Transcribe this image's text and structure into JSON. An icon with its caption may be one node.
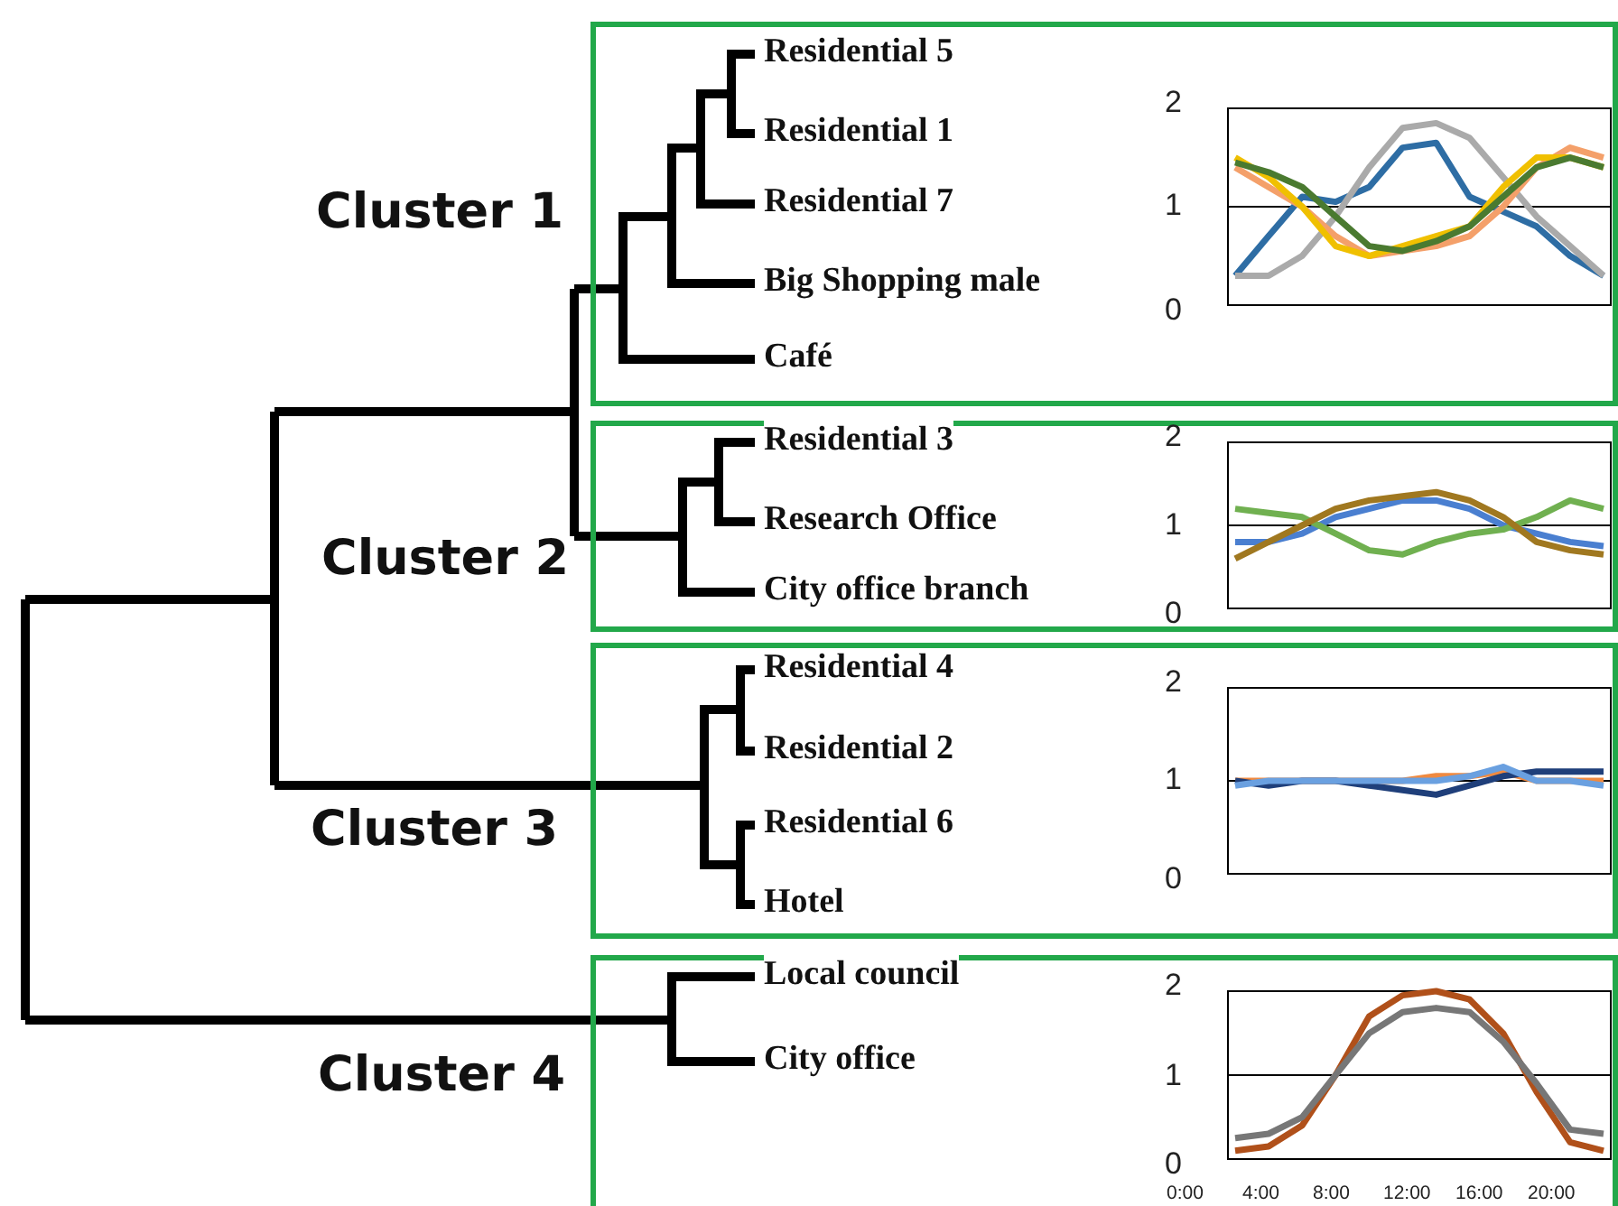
{
  "diagram": {
    "nodes": [
      {
        "text": [
          "Cluster 1"
        ]
      },
      {
        "text": [
          "Residential 5"
        ],
        "in": 0
      },
      {
        "text": [
          "Residential 1"
        ],
        "in": 0
      },
      {
        "text": [
          "Residential 7"
        ],
        "in": 0
      },
      {
        "text": [
          "Big Shopping male"
        ],
        "in": 0
      },
      {
        "text": [
          "Café"
        ],
        "in": 0
      },
      {
        "text": [
          "Cluster 2"
        ]
      },
      {
        "text": [
          "Residential 3"
        ],
        "in": 6
      },
      {
        "text": [
          "Research Office"
        ],
        "in": 6
      },
      {
        "text": [
          "City office branch"
        ],
        "in": 6
      },
      {
        "text": [
          "Cluster 3"
        ]
      },
      {
        "text": [
          "Residential 4"
        ],
        "in": 10
      },
      {
        "text": [
          "Residential 2"
        ],
        "in": 10
      },
      {
        "text": [
          "Residential 6"
        ],
        "in": 10
      },
      {
        "text": [
          "Hotel"
        ],
        "in": 10
      },
      {
        "text": [
          "Cluster 4"
        ]
      },
      {
        "text": [
          "Local council"
        ],
        "in": 15
      },
      {
        "text": [
          "City office"
        ],
        "in": 15
      }
    ],
    "labels": [
      "2",
      "1",
      "0",
      "2",
      "1",
      "0",
      "2",
      "1",
      "0",
      "2",
      "1",
      "0",
      "0:00",
      "4:00",
      "8:00",
      "12:00",
      "16:00",
      "20:00"
    ]
  }
}
